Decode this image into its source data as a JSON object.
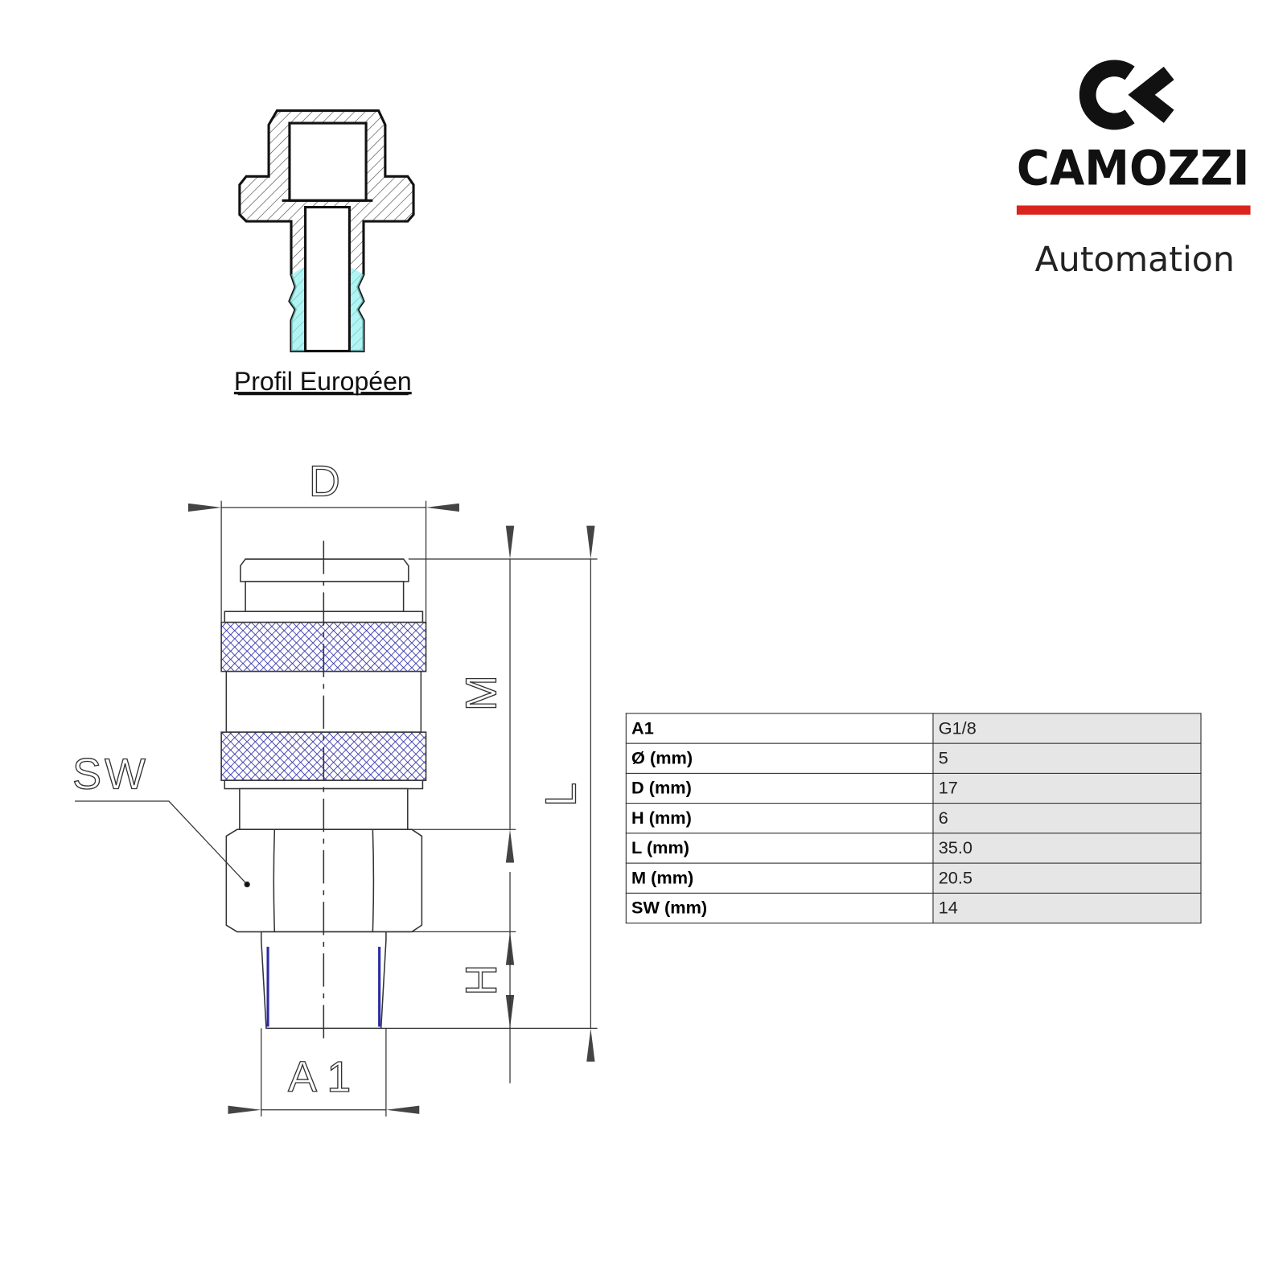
{
  "logo": {
    "brand": "CAMOZZI",
    "tagline": "Automation",
    "mark": "CC",
    "brand_color": "#d9251d"
  },
  "profile": {
    "caption": "Profil Européen",
    "accent_color": "#8ff0ee"
  },
  "drawing": {
    "dimensions": {
      "D": "D",
      "M": "M",
      "L": "L",
      "H": "H",
      "A1": "A1",
      "SW": "SW"
    },
    "knurl_color": "#2b2ba6"
  },
  "table": {
    "rows": [
      {
        "label": "A1",
        "value": "G1/8"
      },
      {
        "label": "Ø (mm)",
        "value": "5"
      },
      {
        "label": "D (mm)",
        "value": "17"
      },
      {
        "label": "H (mm)",
        "value": "6"
      },
      {
        "label": "L (mm)",
        "value": "35.0"
      },
      {
        "label": "M (mm)",
        "value": "20.5"
      },
      {
        "label": "SW (mm)",
        "value": "14"
      }
    ]
  }
}
